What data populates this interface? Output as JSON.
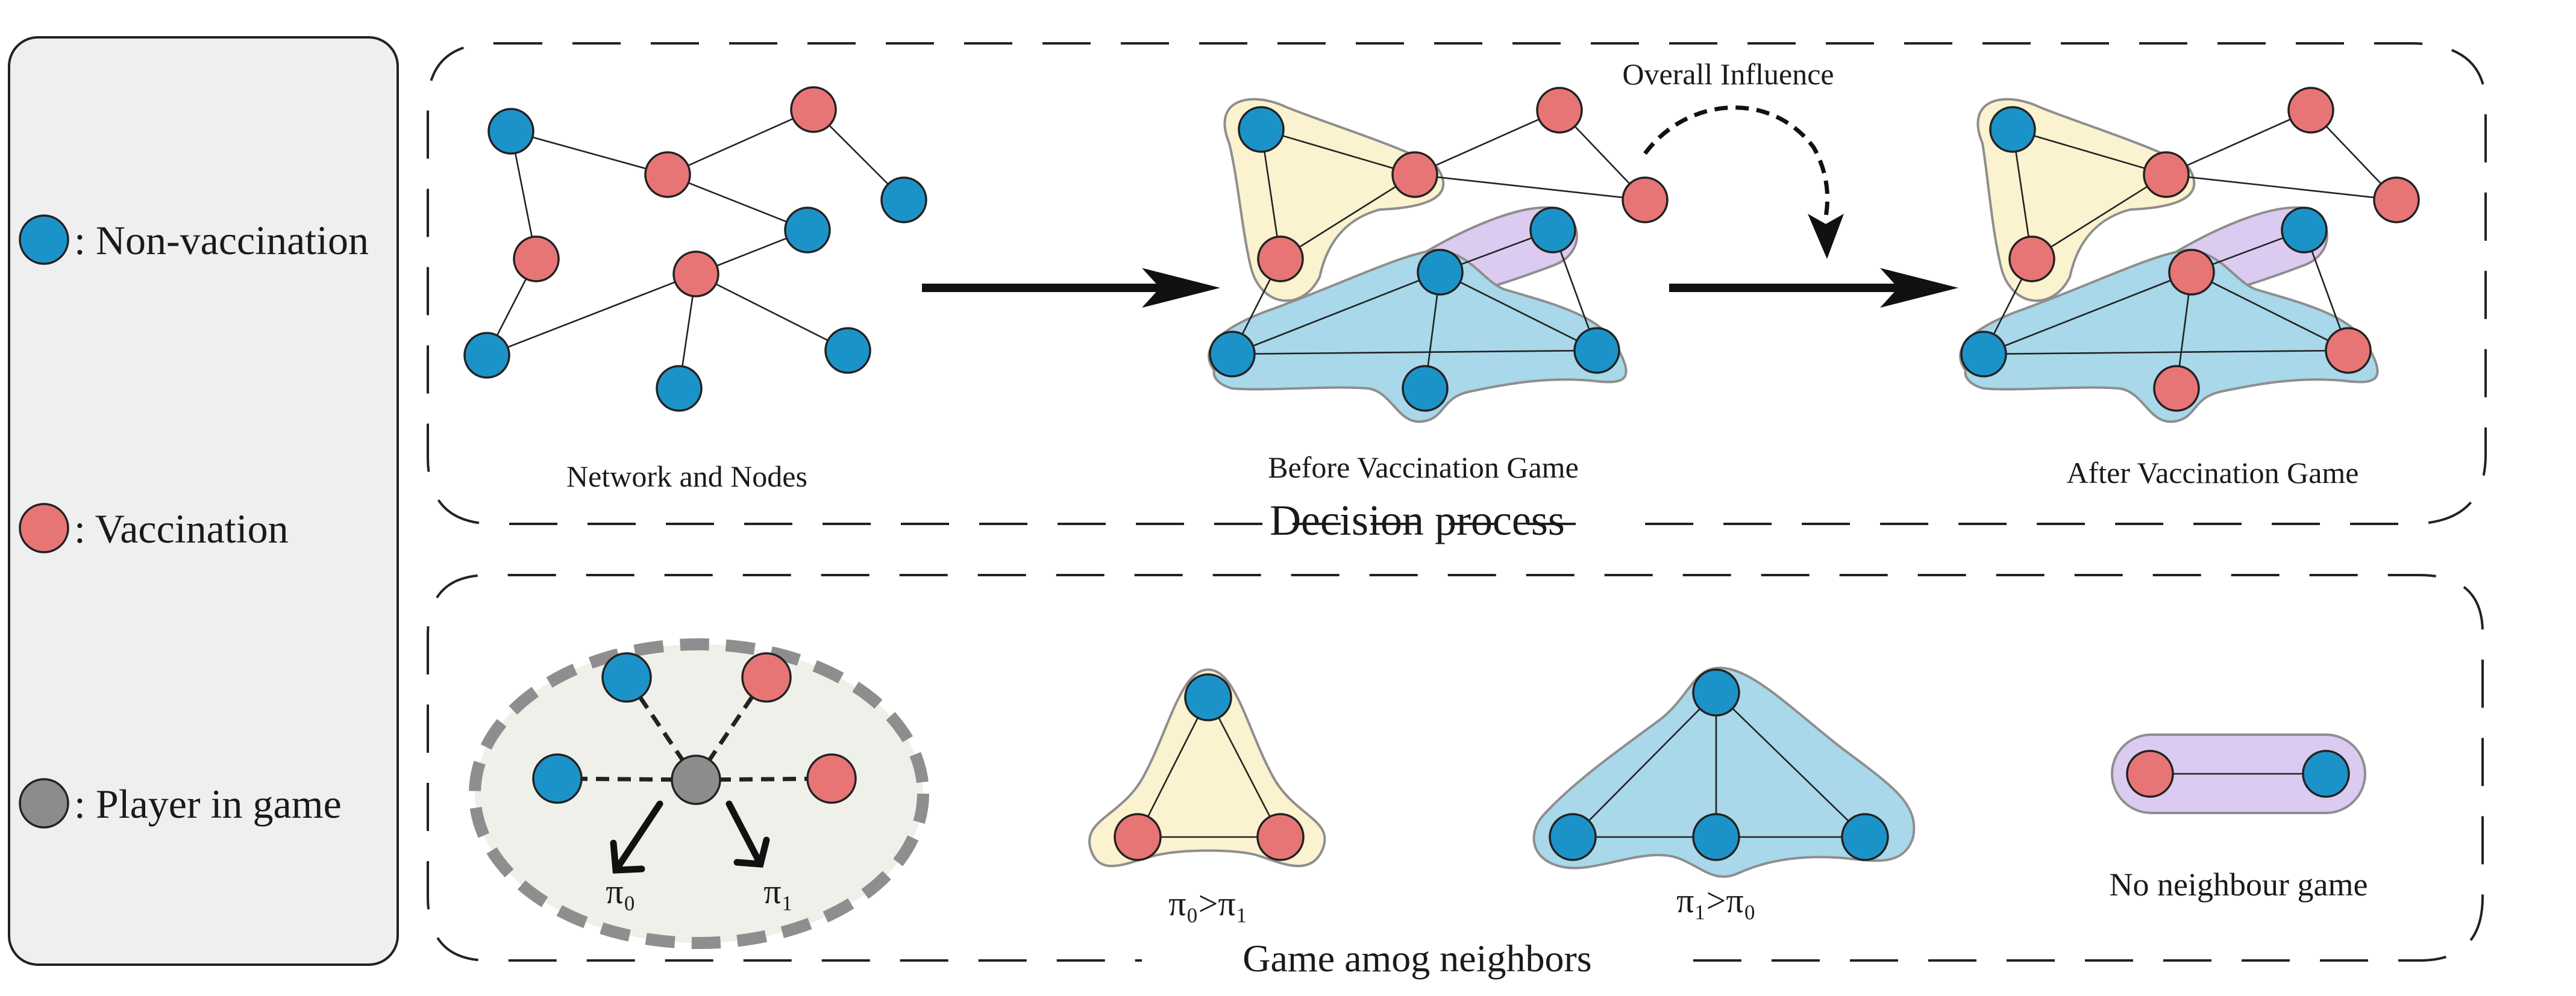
{
  "colors": {
    "non_vaccination": "#1c93c8",
    "vaccination": "#e87575",
    "player": "#8c8c8c",
    "yellow_group": "#fbf2cf",
    "blue_group": "#a8d8ea",
    "purple_group": "#dccbf0"
  },
  "legend": {
    "non_vaccination": ": Non-vaccination",
    "vaccination": ": Vaccination",
    "player": ": Player in game"
  },
  "decision": {
    "title": "Decision process",
    "overall_influence": "Overall Influence",
    "network_label": "Network and Nodes",
    "before_label": "Before Vaccination Game",
    "after_label": "After Vaccination Game"
  },
  "game": {
    "title": "Game amog neighbors",
    "pi0": "π₀",
    "pi1": "π₁",
    "yellow_label": "π₀>π₁",
    "blue_label": "π₁>π₀",
    "purple_label": "No neighbour game"
  }
}
